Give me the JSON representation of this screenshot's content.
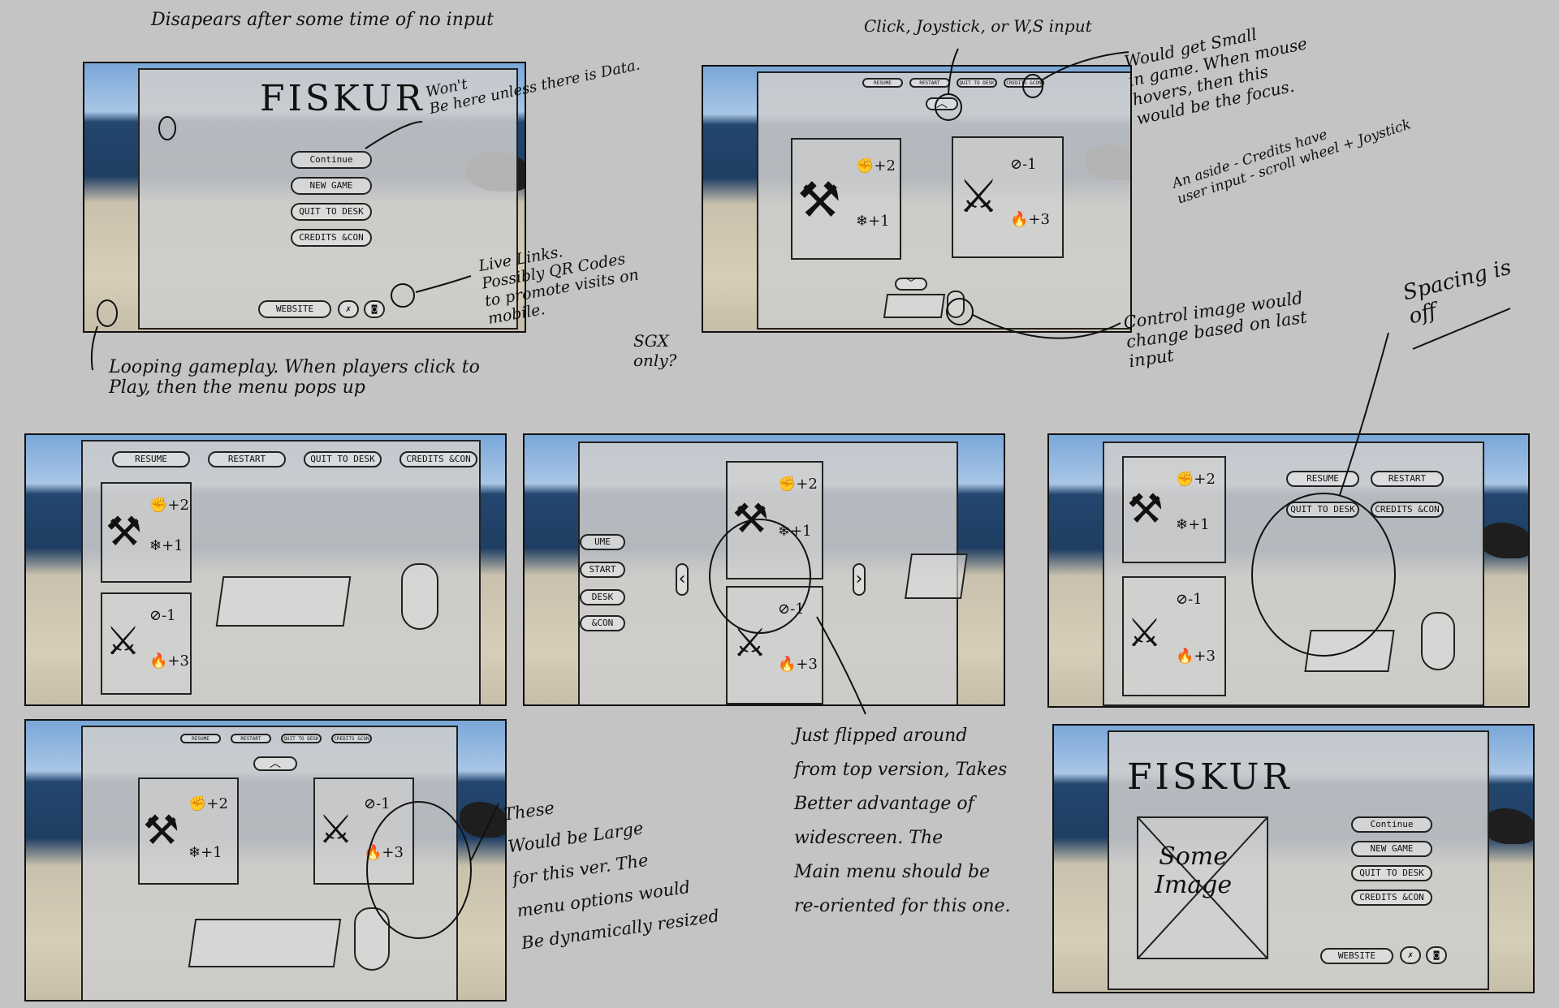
{
  "notes": {
    "disappears": "Disapears after some time of no input",
    "wont_be_here": "Won't\nBe here unless there is Data.",
    "live_links": "Live Links.\nPossibly QR Codes\nto promote visits on\nmobile.",
    "sgx": "SGX\nonly?",
    "looping": "Looping gameplay. When players click to\nPlay, then the menu pops up",
    "click_input": "Click, Joystick, or W,S input",
    "would_get_small": "Would get Small\nin game. When mouse\nhovers, then this\nwould be the focus.",
    "aside": "An aside - Credits have\nuser input - scroll wheel + Joystick",
    "control_image": "Control image would\nchange based on last\ninput",
    "spacing_off": "Spacing is\noff",
    "flipped": "Just flipped around\nfrom top version, Takes\nBetter advantage of\nwidescreen. The\nMain menu should be\nre-oriented for this one.",
    "these_large": "These\nWould be Large\nfor this ver. The\nmenu options would\nBe dynamically resized"
  },
  "menu": {
    "title": "FISKUR",
    "continue": "Continue",
    "new_game": "NEW GAME",
    "quit": "QUIT TO DESK",
    "credits": "CREDITS &CON",
    "website": "WEBSITE",
    "some_image": "Some\nImage"
  },
  "pause": {
    "resume": "RESUME",
    "restart": "RESTART",
    "quit": "QUIT TO DESK",
    "credits": "CREDITS &CON",
    "resume_cut": "UME",
    "restart_cut": "START",
    "quit_cut": "DESK",
    "credits_cut": "&CON"
  },
  "stats": {
    "axe_str": "+2",
    "axe_frost": "+1",
    "fire_axe_defense": "-1",
    "fire_axe_fire": "+3"
  },
  "icons": {
    "fist": "fist-icon",
    "snowflake": "snowflake-icon",
    "shield": "shield-icon",
    "flame": "flame-icon",
    "axe": "axe-icon",
    "fire_axe": "fire-axe-icon",
    "social_x": "social-icon",
    "instagram": "camera-icon"
  },
  "arrows": {
    "up": "︿",
    "down": "﹀",
    "left": "‹",
    "right": "›"
  }
}
